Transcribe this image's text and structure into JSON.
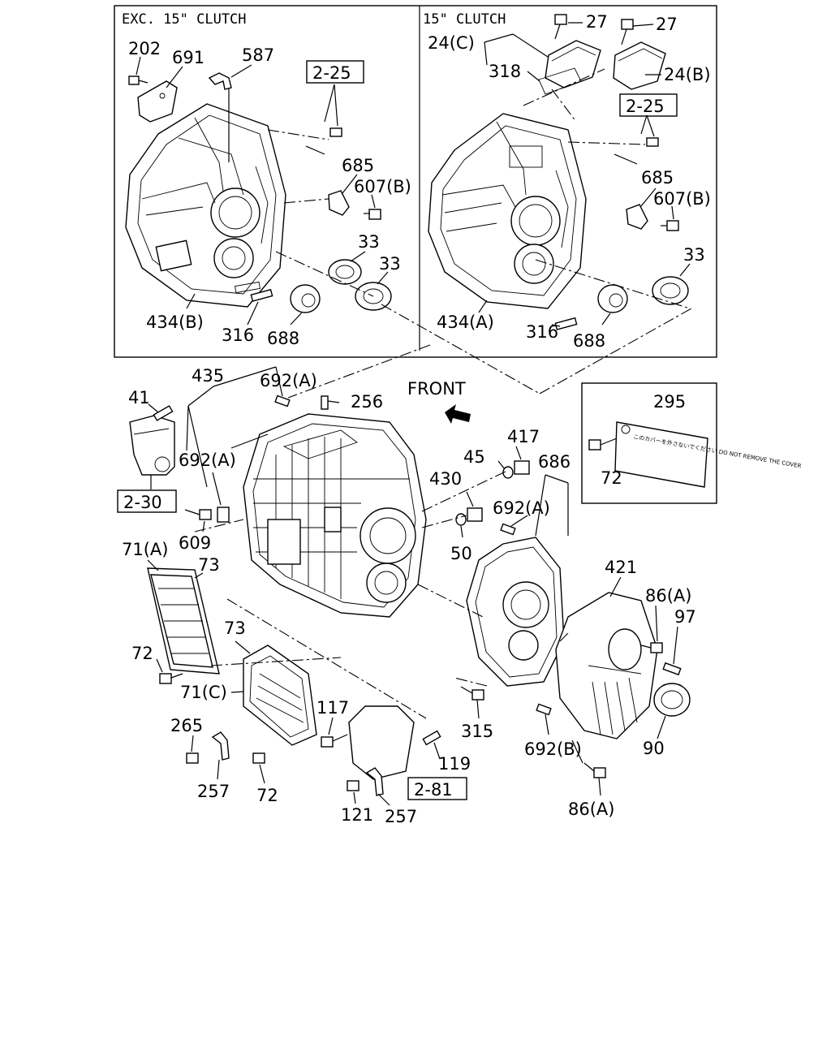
{
  "panels": {
    "left_header": "EXC. 15\" CLUTCH",
    "right_header": "15\" CLUTCH"
  },
  "front_label": "FRONT",
  "warning_plate_text": "このカバーを外さないでください DO NOT REMOVE THE COVER",
  "refs": {
    "r225a": "2-25",
    "r225b": "2-25",
    "r230": "2-30",
    "r281": "2-81"
  },
  "labels": {
    "l202": "202",
    "l691": "691",
    "l587": "587",
    "l685a": "685",
    "l607a": "607(B)",
    "l33a": "33",
    "l33b": "33",
    "l434b": "434(B)",
    "l316a": "316",
    "l688a": "688",
    "l27a": "27",
    "l27b": "27",
    "l24c": "24(C)",
    "l318": "318",
    "l24b": "24(B)",
    "l685b": "685",
    "l607b": "607(B)",
    "l33c": "33",
    "l434a": "434(A)",
    "l316b": "316",
    "l688b": "688",
    "l435": "435",
    "l692a1": "692(A)",
    "l256": "256",
    "l41": "41",
    "l692a2": "692(A)",
    "l609": "609",
    "l417": "417",
    "l45": "45",
    "l686": "686",
    "l430": "430",
    "l692a3": "692(A)",
    "l50": "50",
    "l295": "295",
    "l72a": "72",
    "l71a": "71(A)",
    "l73a": "73",
    "l72b": "72",
    "l73b": "73",
    "l71c": "71(C)",
    "l265": "265",
    "l257a": "257",
    "l72c": "72",
    "l117": "117",
    "l119": "119",
    "l121": "121",
    "l257b": "257",
    "l421": "421",
    "l86a1": "86(A)",
    "l97": "97",
    "l90": "90",
    "l315": "315",
    "l692b": "692(B)",
    "l86a2": "86(A)"
  }
}
